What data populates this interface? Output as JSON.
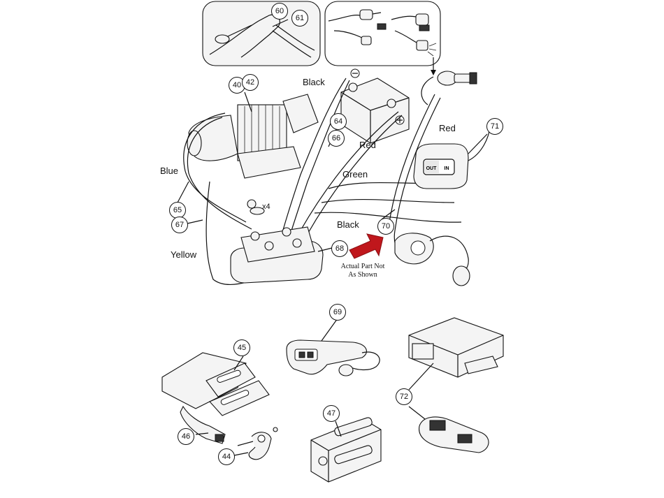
{
  "wire_labels": {
    "black_top": "Black",
    "red_battery": "Red",
    "red_right": "Red",
    "blue": "Blue",
    "green": "Green",
    "black_mid": "Black",
    "yellow": "Yellow",
    "quantity": "x4"
  },
  "note": {
    "line1": "Actual Part Not",
    "line2": "As Shown"
  },
  "callouts": {
    "c60": "60",
    "c61": "61",
    "c40": "40",
    "c42": "42",
    "c64": "64",
    "c66": "66",
    "c71": "71",
    "c65": "65",
    "c67": "67",
    "c70": "70",
    "c68": "68",
    "c69": "69",
    "c45": "45",
    "c72": "72",
    "c46": "46",
    "c47": "47",
    "c44": "44"
  },
  "accent_color": "#c0171c"
}
